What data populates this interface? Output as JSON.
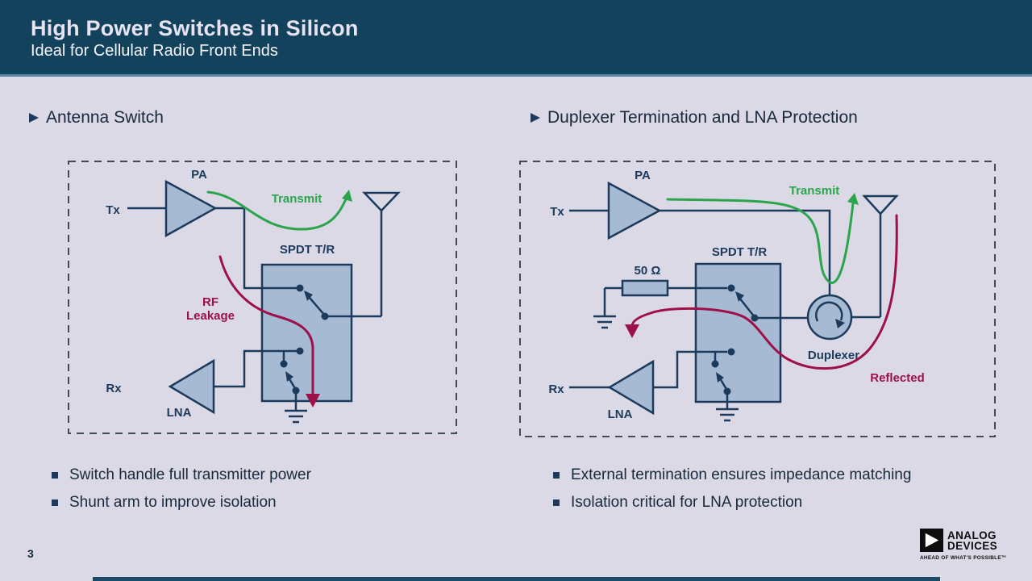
{
  "slide": {
    "title": "High Power Switches in Silicon",
    "subtitle": "Ideal for Cellular Radio Front Ends",
    "page_number": "3"
  },
  "sections": {
    "left": {
      "heading": "Antenna Switch",
      "bullets": [
        "Switch handle full transmitter power",
        "Shunt arm to improve isolation"
      ],
      "labels": {
        "tx": "Tx",
        "pa": "PA",
        "switch": "SPDT T/R",
        "transmit": "Transmit",
        "leak1": "RF",
        "leak2": "Leakage",
        "rx": "Rx",
        "lna": "LNA"
      }
    },
    "right": {
      "heading": "Duplexer Termination and LNA Protection",
      "bullets": [
        "External termination ensures impedance matching",
        "Isolation critical for LNA protection"
      ],
      "labels": {
        "tx": "Tx",
        "pa": "PA",
        "resistor": "50 Ω",
        "switch": "SPDT T/R",
        "transmit": "Transmit",
        "duplexer": "Duplexer",
        "reflected": "Reflected",
        "rx": "Rx",
        "lna": "LNA"
      }
    }
  },
  "footer": {
    "logo": {
      "line1": "ANALOG",
      "line2": "DEVICES",
      "tagline": "AHEAD OF WHAT'S POSSIBLE™"
    }
  },
  "theme": {
    "header_bg": "#12425c",
    "body_bg": "#dbd9e6",
    "line": "#1c3a5c",
    "steel": "#a6bad3",
    "green": "#2ba54b",
    "crimson": "#9e1048",
    "title_color": "#e8e3f2",
    "subtitle_color": "#f8f6fc"
  }
}
